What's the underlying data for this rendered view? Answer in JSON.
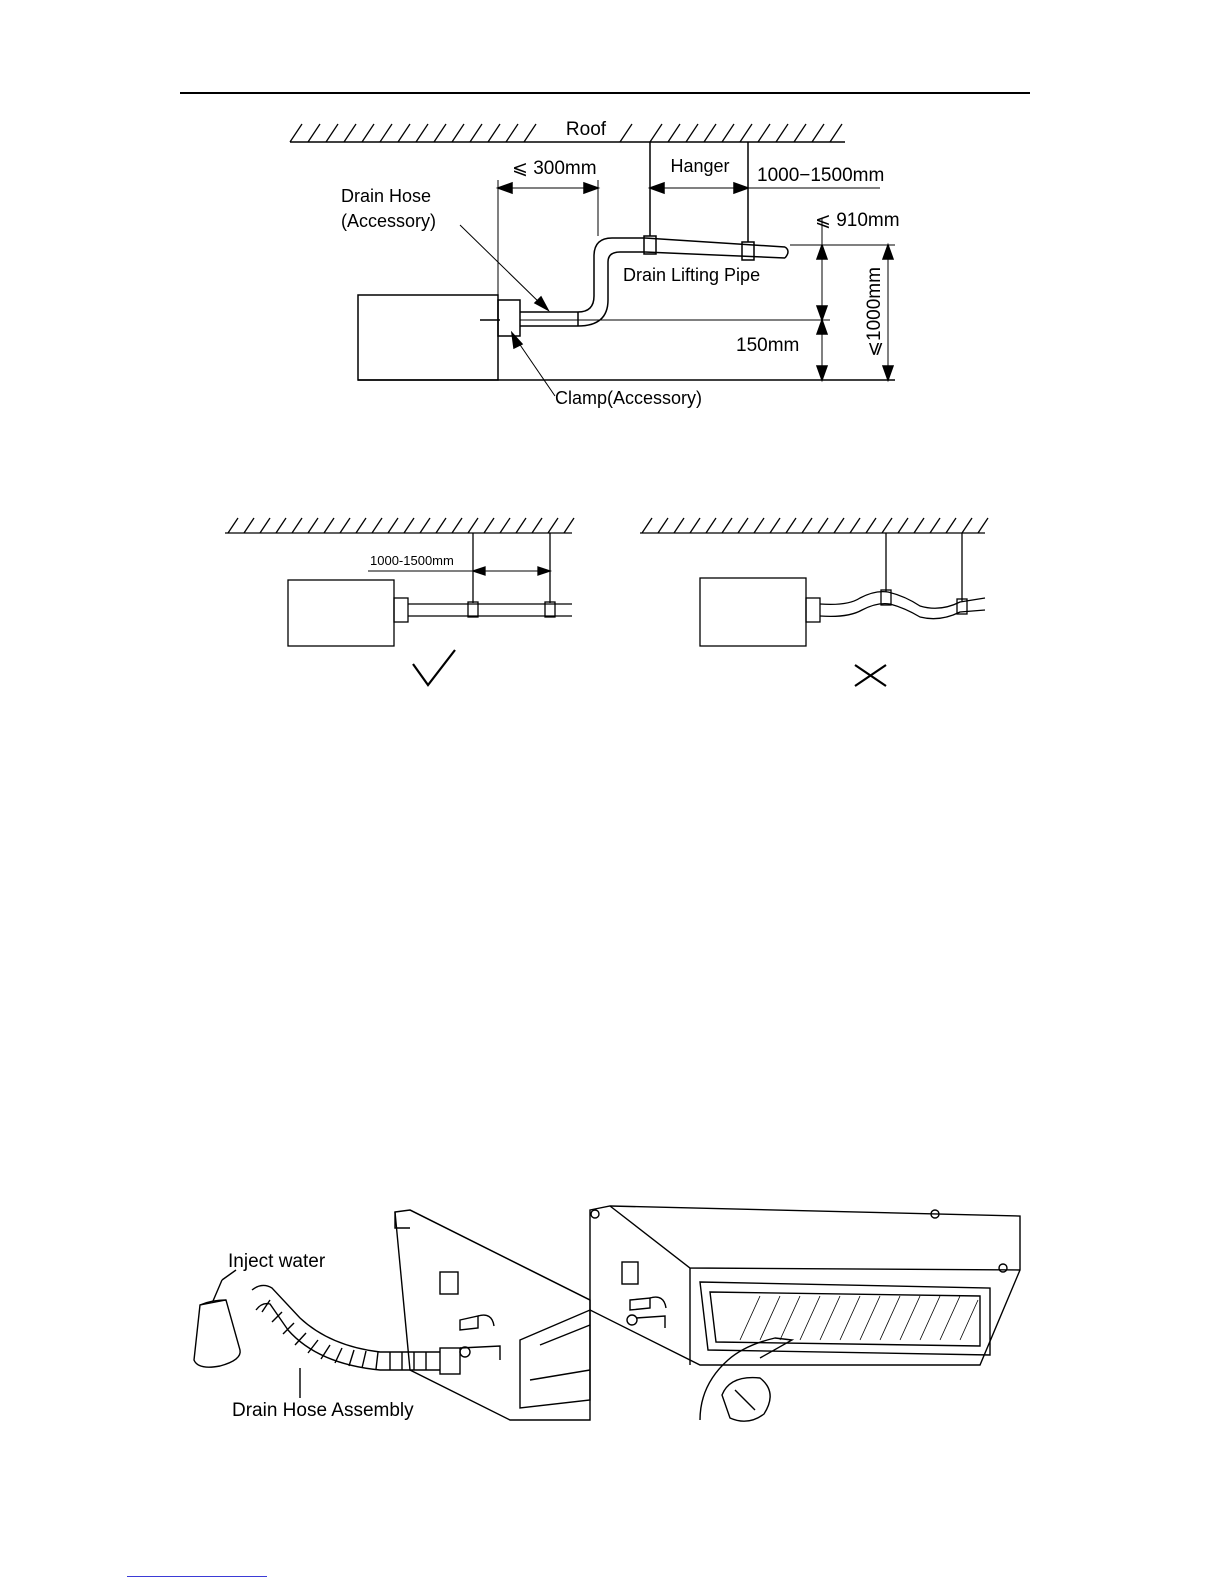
{
  "diagram1": {
    "roof": "Roof",
    "dim_300": "⩽ 300mm",
    "hanger": "Hanger",
    "dim_hanger_spacing": "1000−1500mm",
    "drain_hose_line1": "Drain Hose",
    "drain_hose_line2": "(Accessory)",
    "dim_910": "⩽ 910mm",
    "drain_lifting_pipe": "Drain Lifting Pipe",
    "dim_1000": "⩽1000mm",
    "dim_150": "150mm",
    "clamp": "Clamp(Accessory)"
  },
  "diagram2": {
    "dim_spacing": "1000-1500mm",
    "correct_mark": "✓",
    "wrong_mark": "✕"
  },
  "diagram3": {
    "inject_water": "Inject water",
    "drain_hose_assembly": "Drain Hose Assembly"
  },
  "colors": {
    "line": "#000000",
    "link": "#3b3bd6"
  }
}
